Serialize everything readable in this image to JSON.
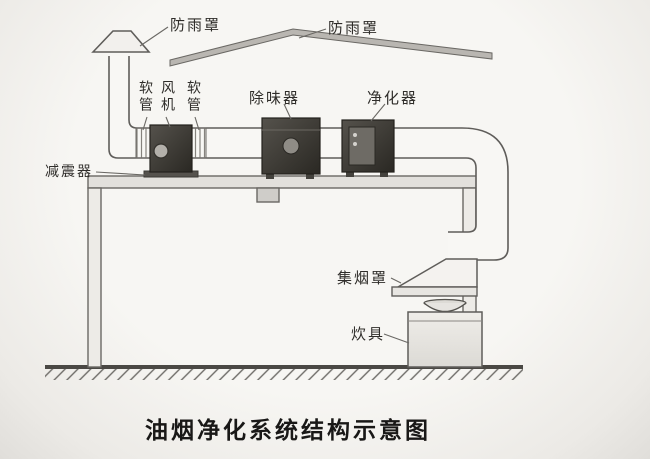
{
  "title": "油烟净化系统结构示意图",
  "labels": {
    "rain_cover_left": "防雨罩",
    "rain_cover_right": "防雨罩",
    "soft_pipe_left": "软管",
    "fan": "风机",
    "soft_pipe_right": "软管",
    "deodorizer": "除味器",
    "purifier": "净化器",
    "shock_absorber": "减震器",
    "smoke_hood": "集烟罩",
    "cooker": "炊具"
  },
  "colors": {
    "paper": "#f4f2ef",
    "line": "#5f5d5a",
    "dark_box": "#38352f",
    "cover_fill": "#b9b6b1"
  }
}
